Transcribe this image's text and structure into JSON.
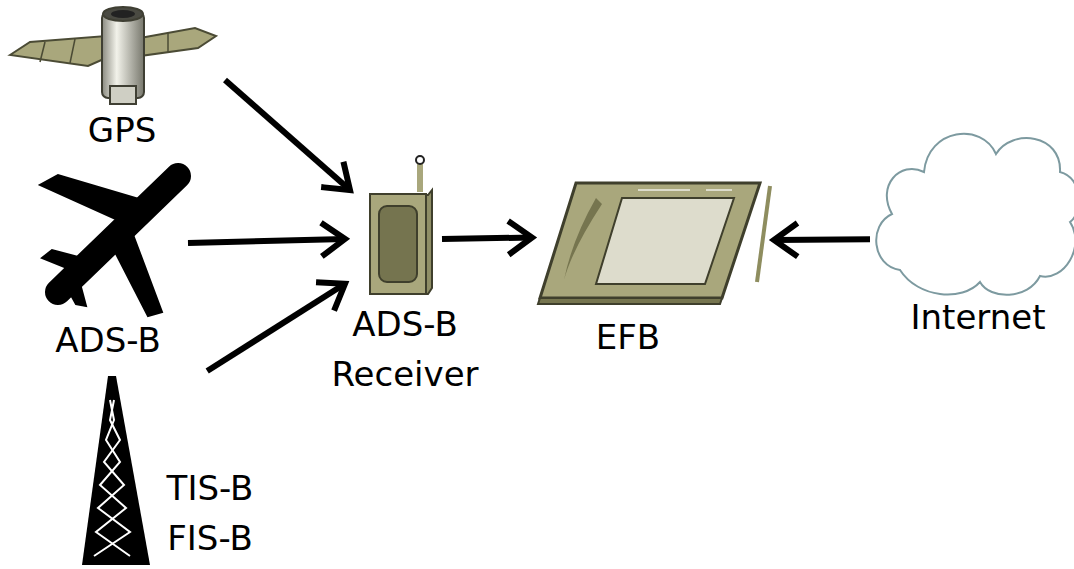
{
  "diagram": {
    "nodes": [
      {
        "text": [
          "GPS"
        ]
      },
      {
        "text": [
          "ADS-B"
        ]
      },
      {
        "text": [
          "TIS-B FIS-B"
        ]
      },
      {
        "text": [
          "ADS-B Receiver"
        ]
      },
      {
        "text": [
          "EFB"
        ]
      },
      {
        "text": [
          "Internet"
        ]
      }
    ],
    "edges": [
      {
        "from": 0,
        "to": 3,
        "arrow": "to"
      },
      {
        "from": 1,
        "to": 3,
        "arrow": "to"
      },
      {
        "from": 2,
        "to": 3,
        "arrow": "to"
      },
      {
        "from": 3,
        "to": 4,
        "arrow": "to"
      },
      {
        "from": 5,
        "to": 4,
        "arrow": "to"
      }
    ]
  }
}
